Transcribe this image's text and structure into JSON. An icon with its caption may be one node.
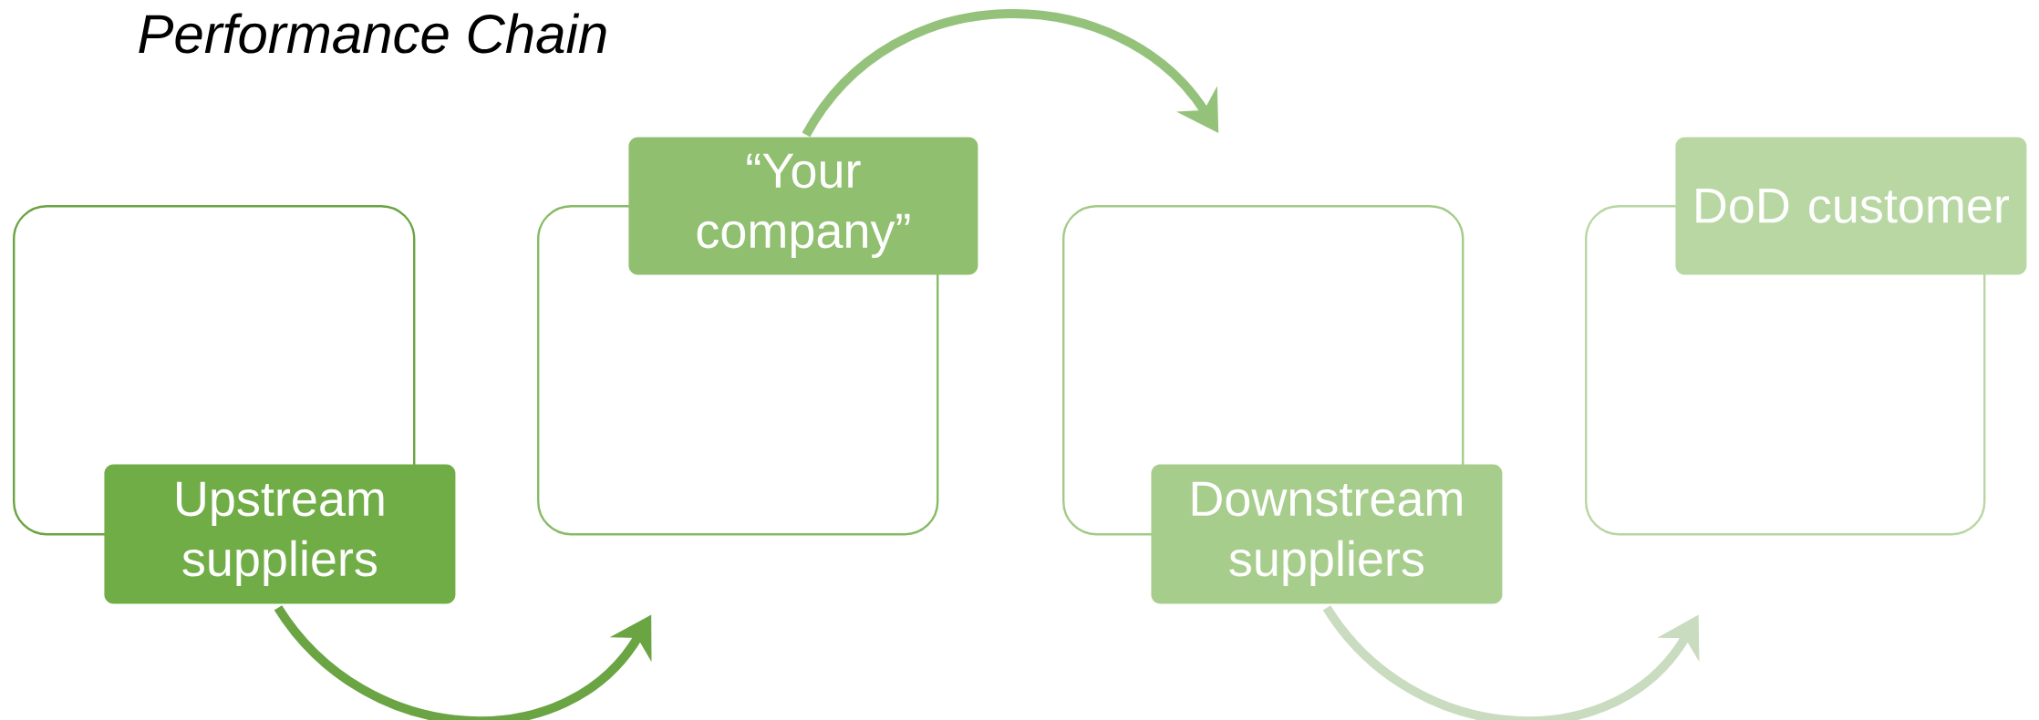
{
  "diagram": {
    "title": "Performance Chain",
    "nodes": [
      {
        "text": [],
        "shape": "box"
      },
      {
        "text": [
          "Upstream suppliers"
        ]
      },
      {
        "text": [],
        "shape": "box"
      },
      {
        "text": [
          "“Your company”"
        ]
      },
      {
        "text": [],
        "shape": "box"
      },
      {
        "text": [
          "Downstream suppliers"
        ]
      },
      {
        "text": [],
        "shape": "box"
      },
      {
        "text": [
          "DoD customer"
        ]
      }
    ],
    "edges": [
      {
        "from": 1,
        "to": 2,
        "arrow": "to",
        "color": "#6aa443"
      },
      {
        "from": 3,
        "to": 4,
        "arrow": "to",
        "color": "#94c27b"
      },
      {
        "from": 5,
        "to": 6,
        "arrow": "to",
        "color": "#c9dcbf"
      }
    ]
  }
}
